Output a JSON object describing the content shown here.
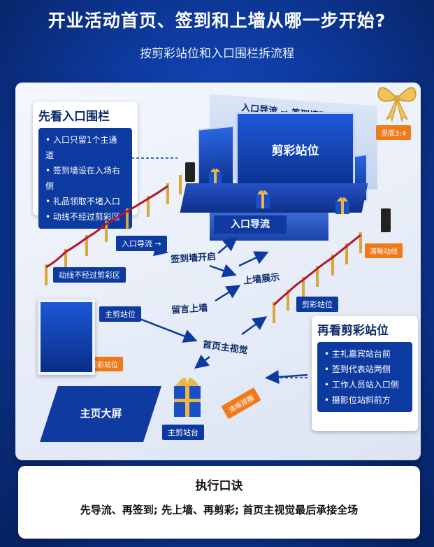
{
  "header": {
    "title": "开业活动首页、签到和上墙从哪一步开始?",
    "subtitle": "按剪彩站位和入口围栏拆流程"
  },
  "left_panel": {
    "title": "先看入口围栏",
    "items": [
      "入口只留1个主通道",
      "签到墙设在入场右侧",
      "礼品领取不堵入口",
      "动线不经过剪彩区"
    ]
  },
  "right_panel": {
    "title": "再看剪彩站位",
    "items": [
      "主礼嘉宾站台前",
      "签到代表站两侧",
      "工作人员站入口侧",
      "摄影位站斜前方"
    ]
  },
  "stage": {
    "header_text": "入口导流 → 签到墙开启",
    "screen_label": "剪彩站位",
    "entry_banner": "入口导流"
  },
  "flow": {
    "entry": "入口导流 →",
    "signin": "签到墙开启",
    "wall": "上墙展示",
    "message": "留言上墙",
    "main_visual": "首页主视觉",
    "main_station": "主剪站位",
    "main_screen": "主页大屏"
  },
  "tags": {
    "ratio": "竖版3:4",
    "clear_line": "清晰动线",
    "no_ribbon": "动线不经过剪彩区",
    "cut_position_right": "剪彩站位",
    "cut_position_left": "剪彩站位",
    "main_stage": "主剪站台",
    "clear_board": "清晰提醒"
  },
  "footer": {
    "heading": "执行口诀",
    "text": "先导流、再签到; 先上墙、再剪彩; 首页主视觉最后承接全场"
  },
  "colors": {
    "primary": "#0d3aa0",
    "accent": "#f07a1a",
    "gold": "#e8b94a"
  }
}
